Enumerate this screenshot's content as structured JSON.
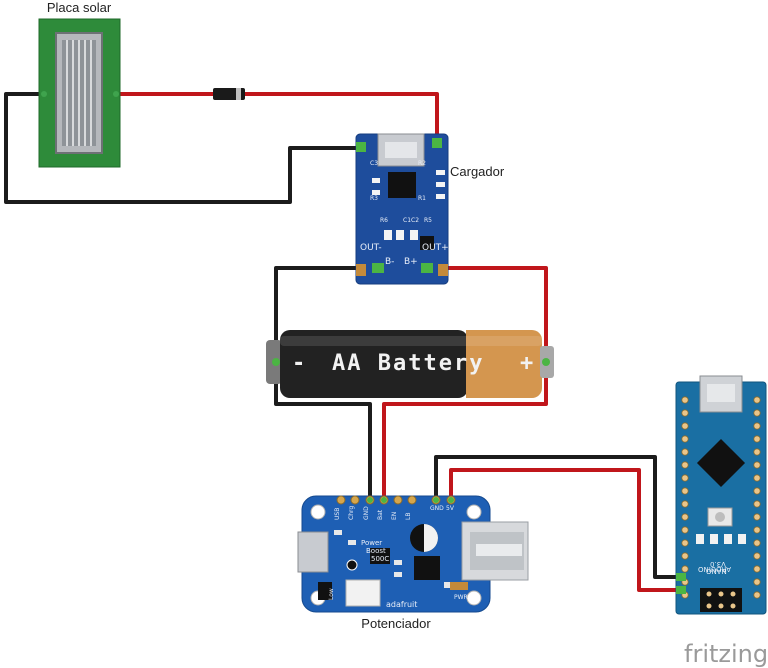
{
  "labels": {
    "solar_panel": "Placa solar",
    "charger": "Cargador",
    "booster": "Potenciador"
  },
  "battery": {
    "minus": "-",
    "title": "AA Battery",
    "plus": "+"
  },
  "charger_board": {
    "out_minus": "OUT-",
    "out_plus": "OUT+",
    "b_minus": "B-",
    "b_plus": "B+"
  },
  "booster_board": {
    "pins": [
      "USB",
      "Chrg",
      "GND",
      "Bat",
      "EN",
      "LB",
      "GND",
      "5V"
    ],
    "name_line1": "Power",
    "name_line2": "Boost",
    "name_line3": "500C",
    "brand": "adafruit",
    "pwr": "PWR",
    "low": "Low"
  },
  "arduino_board": {
    "name_line1": "ARDUINO",
    "name_line2": "NANO",
    "name_line3": "V3.0"
  },
  "watermark": "fritzing",
  "colors": {
    "wire_red": "#c0161b",
    "wire_black": "#1c1c1c",
    "pcb_blue": "#1e4d9c",
    "arduino_teal": "#1a6fa3",
    "solar_green": "#2e8b3a"
  }
}
